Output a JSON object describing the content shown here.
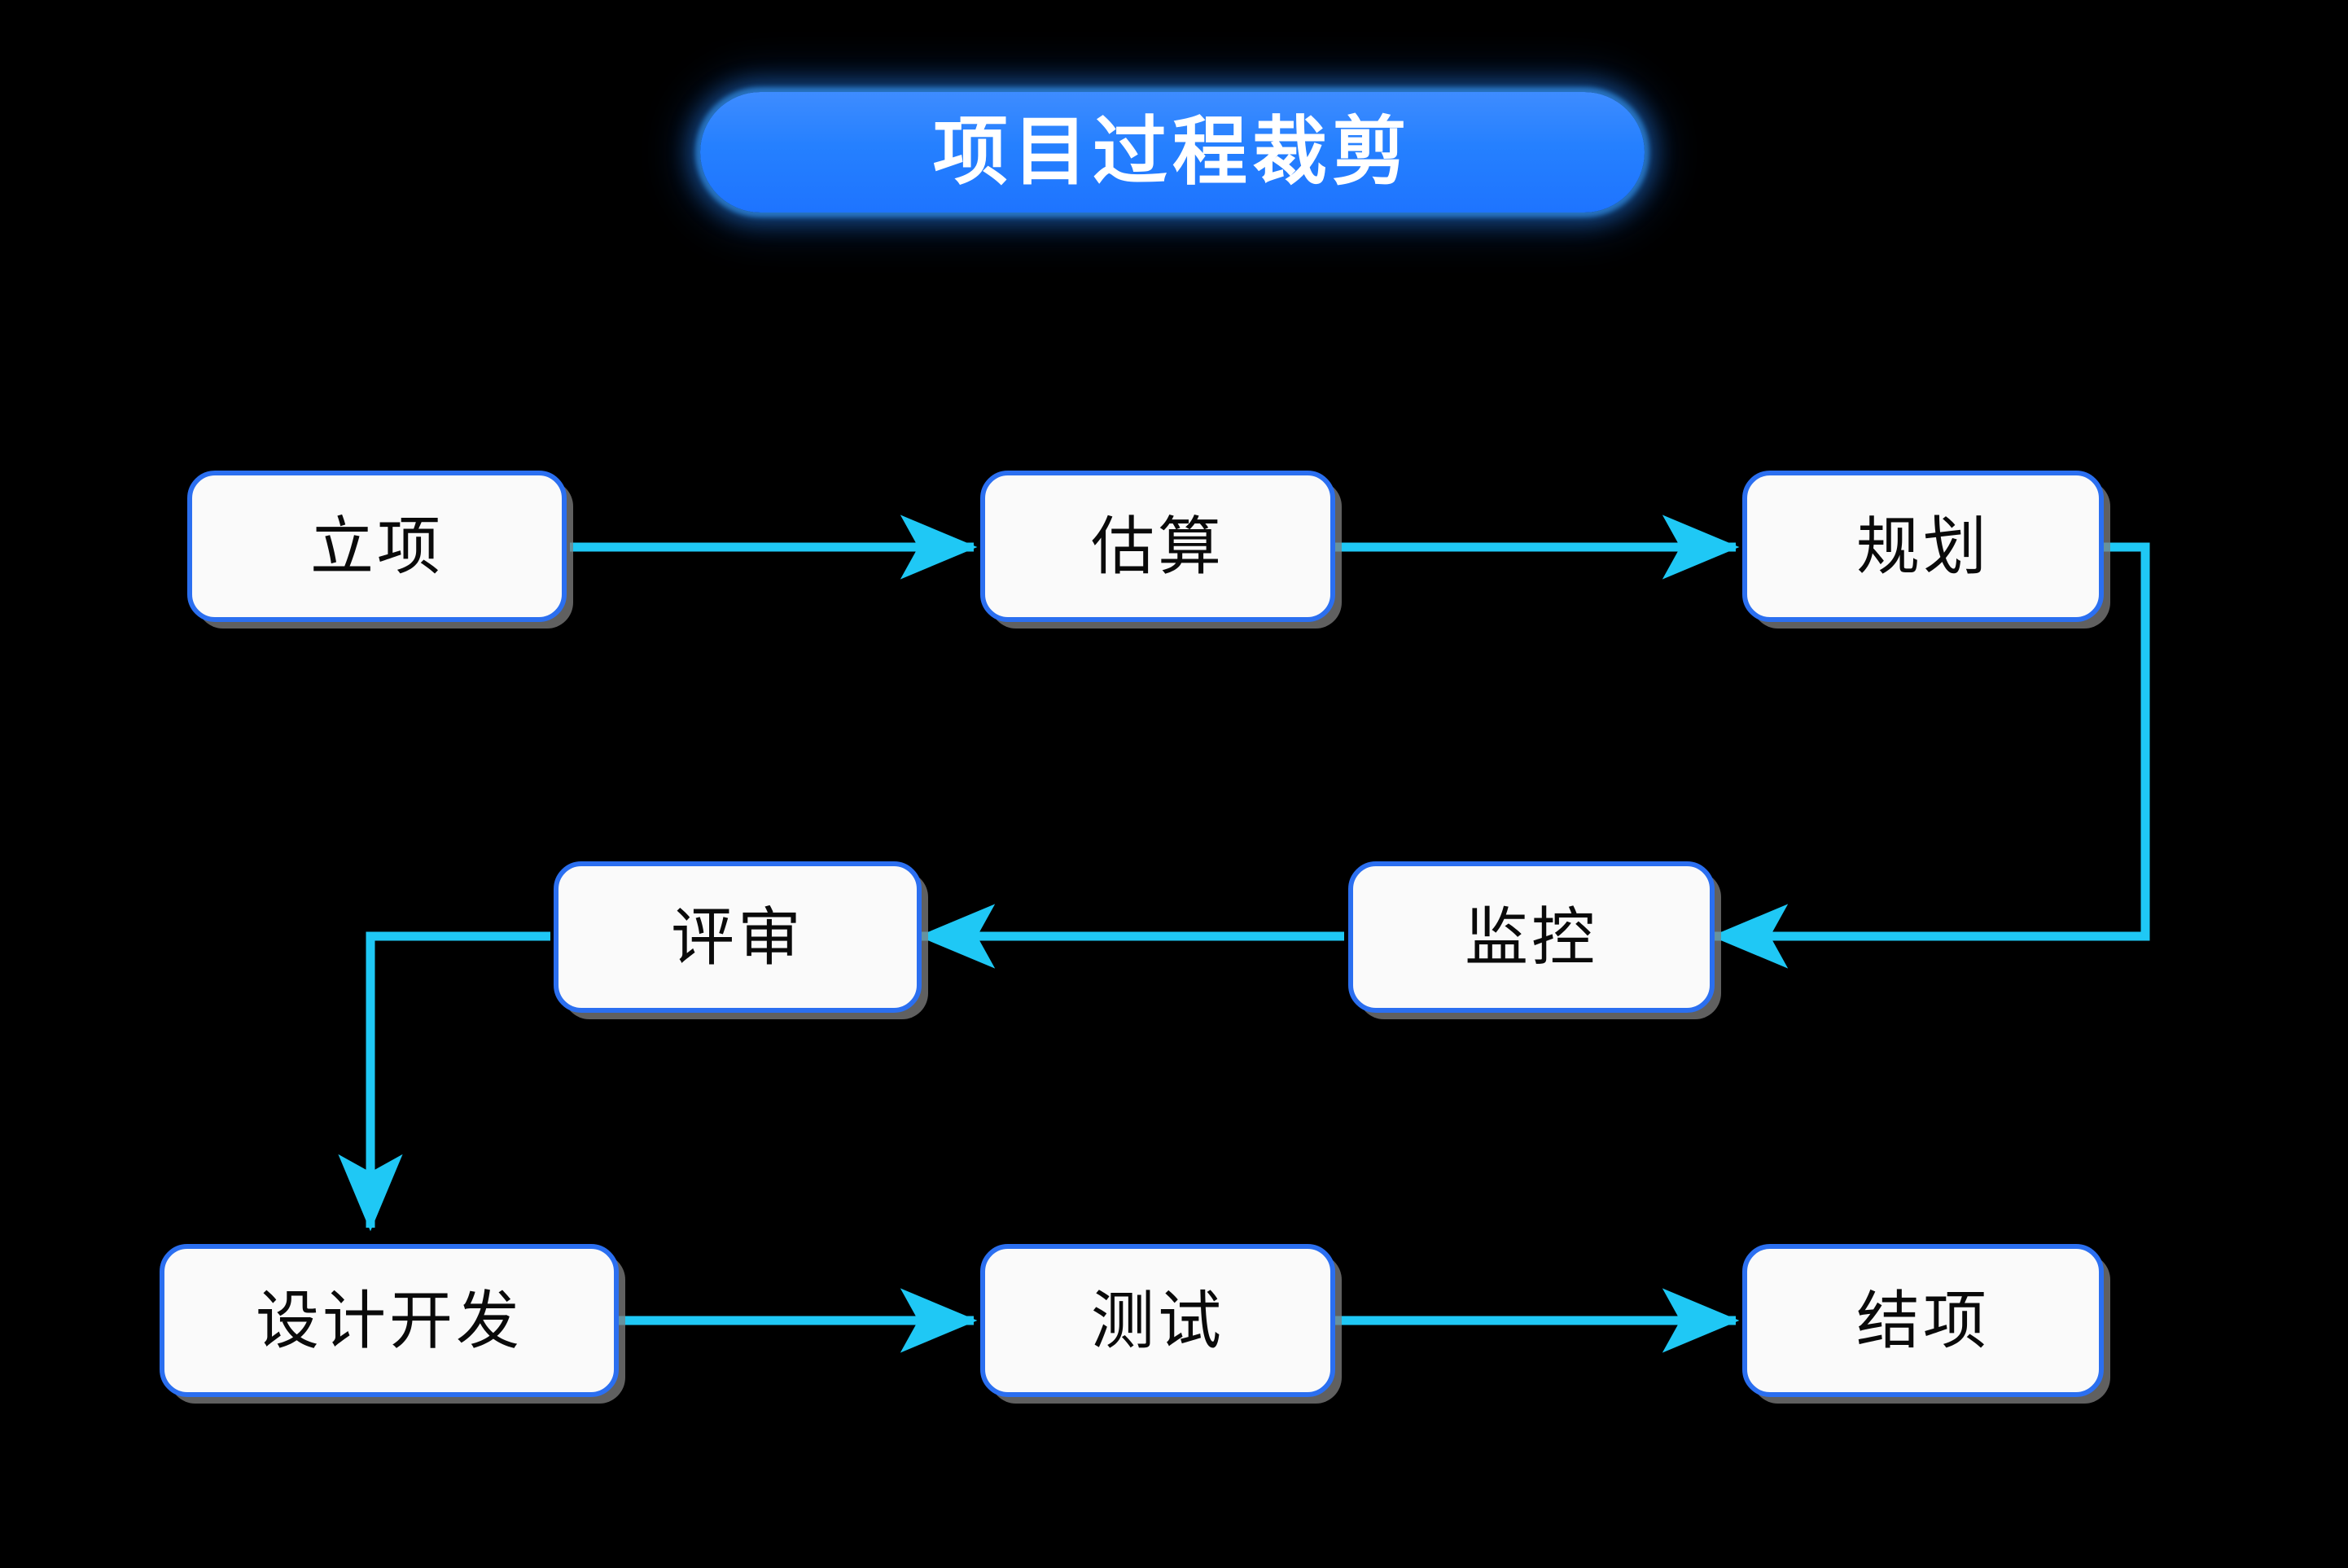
{
  "diagram": {
    "title": "项目过程裁剪",
    "background_color": "#000000",
    "accent_colors": {
      "title_pill": "#2580FF",
      "title_glow": "#3AA0FF",
      "node_border": "#2B6FF0",
      "node_fill": "#FAFAFA",
      "node_text": "#0A0A0A",
      "connector": "#1FC8F5",
      "node_shadow": "#808080"
    },
    "nodes": [
      {
        "id": "n1",
        "label": "立项",
        "row": 1,
        "col": 1
      },
      {
        "id": "n2",
        "label": "估算",
        "row": 1,
        "col": 2
      },
      {
        "id": "n3",
        "label": "规划",
        "row": 1,
        "col": 3
      },
      {
        "id": "n4",
        "label": "评审",
        "row": 2,
        "col": 1
      },
      {
        "id": "n5",
        "label": "监控",
        "row": 2,
        "col": 2
      },
      {
        "id": "n6",
        "label": "设计开发",
        "row": 3,
        "col": 1
      },
      {
        "id": "n7",
        "label": "测试",
        "row": 3,
        "col": 2
      },
      {
        "id": "n8",
        "label": "结项",
        "row": 3,
        "col": 3
      }
    ],
    "edges": [
      {
        "id": "e1",
        "from": "立项",
        "to": "估算",
        "style": "straight-right"
      },
      {
        "id": "e2",
        "from": "估算",
        "to": "规划",
        "style": "straight-right"
      },
      {
        "id": "e3",
        "from": "规划",
        "to": "监控",
        "style": "elbow-down-left"
      },
      {
        "id": "e4",
        "from": "监控",
        "to": "评审",
        "style": "straight-left"
      },
      {
        "id": "e5",
        "from": "评审",
        "to": "设计开发",
        "style": "elbow-left-down"
      },
      {
        "id": "e6",
        "from": "设计开发",
        "to": "测试",
        "style": "straight-right"
      },
      {
        "id": "e7",
        "from": "测试",
        "to": "结项",
        "style": "straight-right"
      }
    ]
  }
}
